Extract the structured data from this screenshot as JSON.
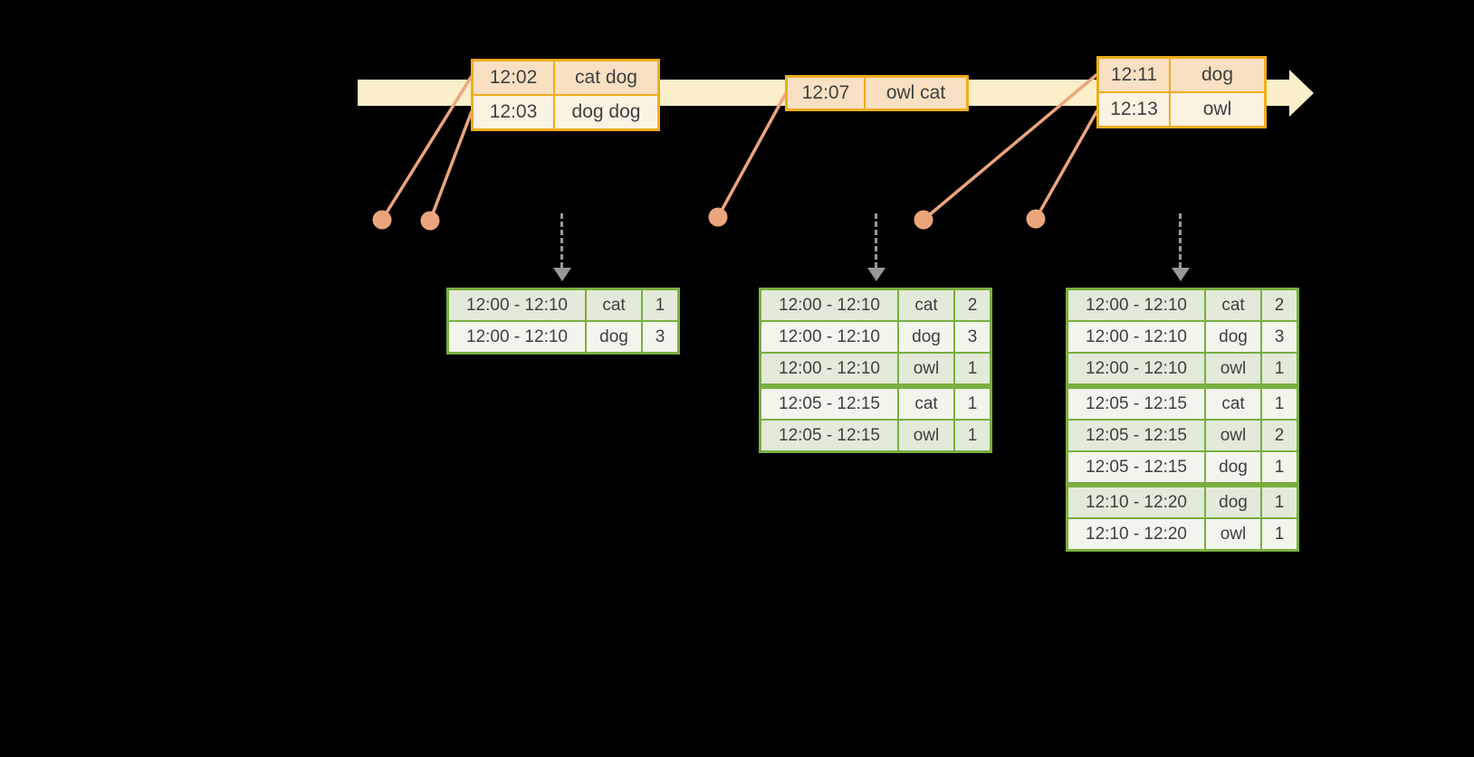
{
  "diagram": {
    "description": "windowed-grouped-aggregation-stream-diagram",
    "trigger_count": 3,
    "event_dot_count": 5
  },
  "colors": {
    "bg": "#000000",
    "band": "#FBEFC9",
    "gold": "#F0AD1E",
    "peachdk": "#F9E0C2",
    "peachlt": "#FCF2E2",
    "connector": "#EBA57D",
    "green": "#79AF41",
    "greendk": "#E3EAD9",
    "greenlt": "#F2F5EC",
    "gray": "#999999",
    "text": "#3F3F3F"
  },
  "icons": {
    "timeline_arrowhead": "right-arrow",
    "trigger_arrowhead": "down-arrow",
    "event_dot": "filled-circle"
  },
  "event_tables": [
    {
      "rows": [
        {
          "time": "12:02",
          "words": "cat dog"
        },
        {
          "time": "12:03",
          "words": "dog dog"
        }
      ]
    },
    {
      "rows": [
        {
          "time": "12:07",
          "words": "owl cat"
        }
      ]
    },
    {
      "rows": [
        {
          "time": "12:11",
          "words": "dog"
        },
        {
          "time": "12:13",
          "words": "owl"
        }
      ]
    }
  ],
  "result_tables": [
    {
      "rows": [
        {
          "window": "12:00 - 12:10",
          "word": "cat",
          "count": "1"
        },
        {
          "window": "12:00 - 12:10",
          "word": "dog",
          "count": "3"
        }
      ]
    },
    {
      "rows": [
        {
          "window": "12:00 - 12:10",
          "word": "cat",
          "count": "2"
        },
        {
          "window": "12:00 - 12:10",
          "word": "dog",
          "count": "3"
        },
        {
          "window": "12:00 - 12:10",
          "word": "owl",
          "count": "1"
        },
        {
          "window": "12:05 - 12:15",
          "word": "cat",
          "count": "1"
        },
        {
          "window": "12:05 - 12:15",
          "word": "owl",
          "count": "1"
        }
      ]
    },
    {
      "rows": [
        {
          "window": "12:00 - 12:10",
          "word": "cat",
          "count": "2"
        },
        {
          "window": "12:00 - 12:10",
          "word": "dog",
          "count": "3"
        },
        {
          "window": "12:00 - 12:10",
          "word": "owl",
          "count": "1"
        },
        {
          "window": "12:05 - 12:15",
          "word": "cat",
          "count": "1"
        },
        {
          "window": "12:05 - 12:15",
          "word": "owl",
          "count": "2"
        },
        {
          "window": "12:05 - 12:15",
          "word": "dog",
          "count": "1"
        },
        {
          "window": "12:10 - 12:20",
          "word": "dog",
          "count": "1"
        },
        {
          "window": "12:10 - 12:20",
          "word": "owl",
          "count": "1"
        }
      ]
    }
  ]
}
